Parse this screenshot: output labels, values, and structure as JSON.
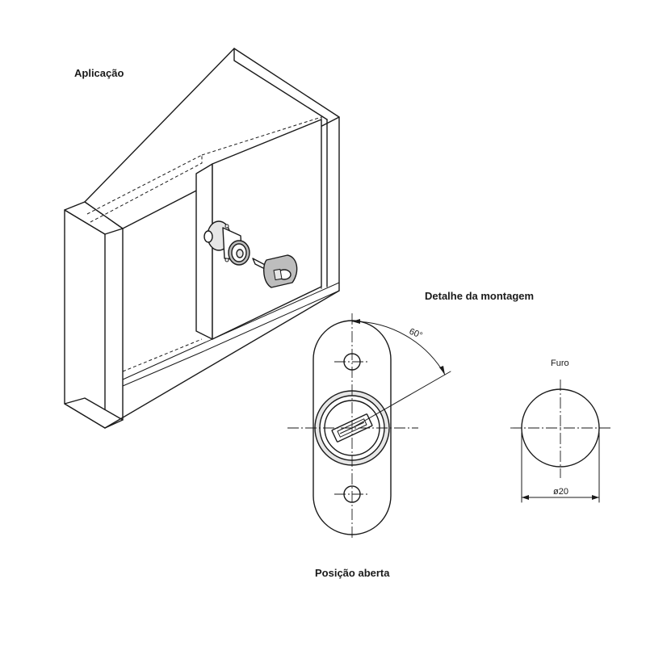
{
  "labels": {
    "application": "Aplicação",
    "mounting_detail": "Detalhe da montagem",
    "open_position": "Posição aberta",
    "hole": "Furo",
    "angle": "60°",
    "diameter": "ø20"
  }
}
